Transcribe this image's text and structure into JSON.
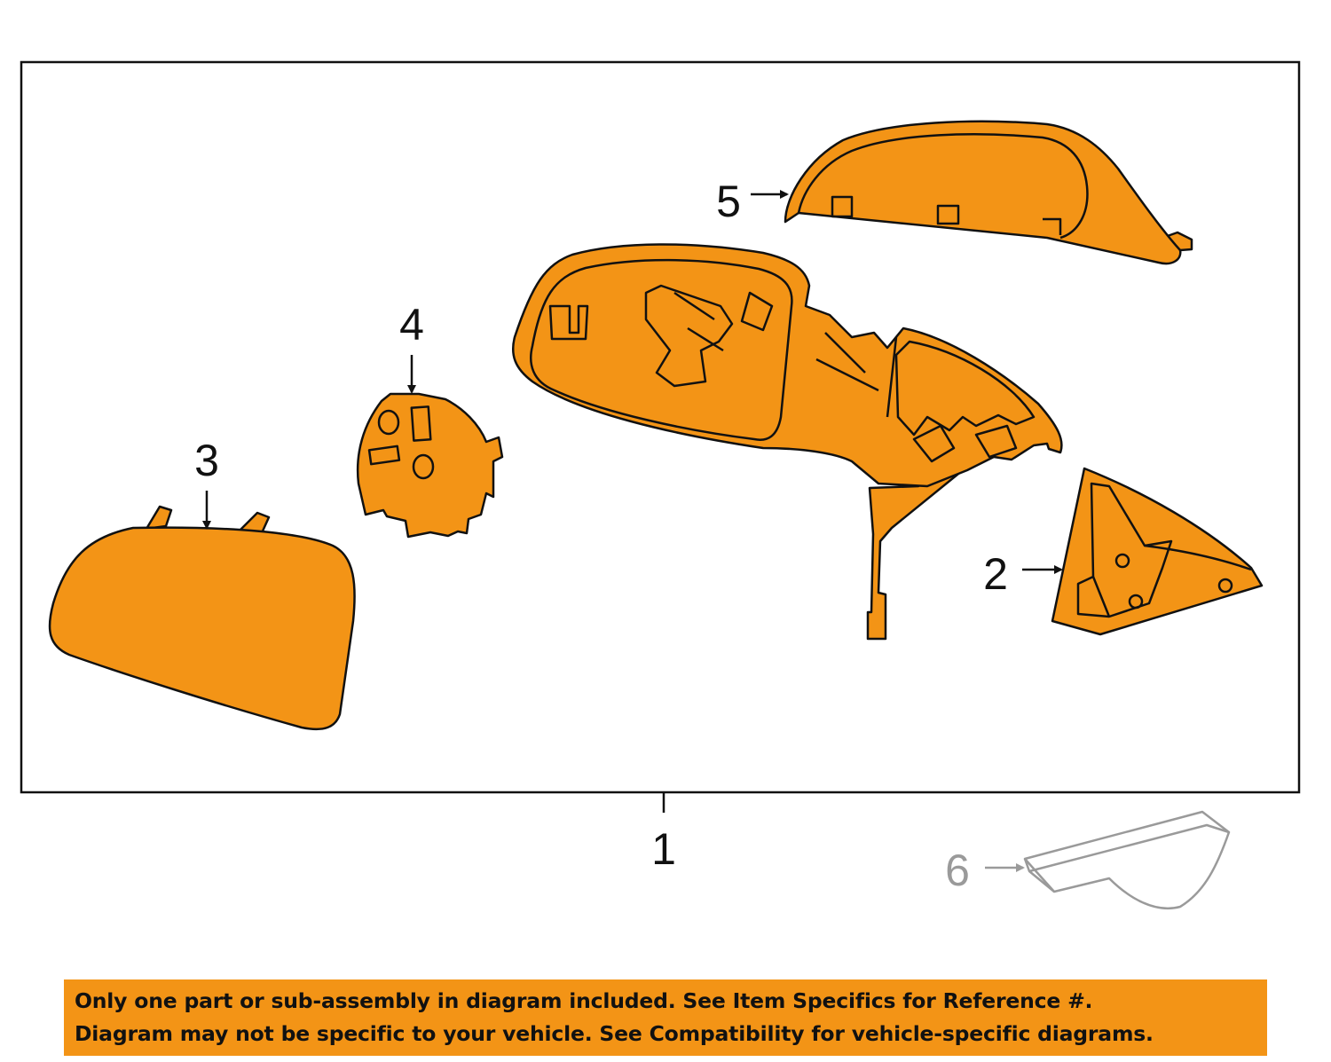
{
  "colors": {
    "part_fill": "#f39416",
    "outline": "#111111",
    "inactive_outline": "#9a9a9a",
    "banner_bg": "#f39416",
    "banner_text": "#111111"
  },
  "callouts": {
    "c1": "1",
    "c2": "2",
    "c3": "3",
    "c4": "4",
    "c5": "5",
    "c6": "6"
  },
  "banner": {
    "line1": "Only one part or sub-assembly in diagram included. See Item Specifics for Reference #.",
    "line2": "Diagram may not be specific to your vehicle. See Compatibility for vehicle-specific diagrams."
  }
}
